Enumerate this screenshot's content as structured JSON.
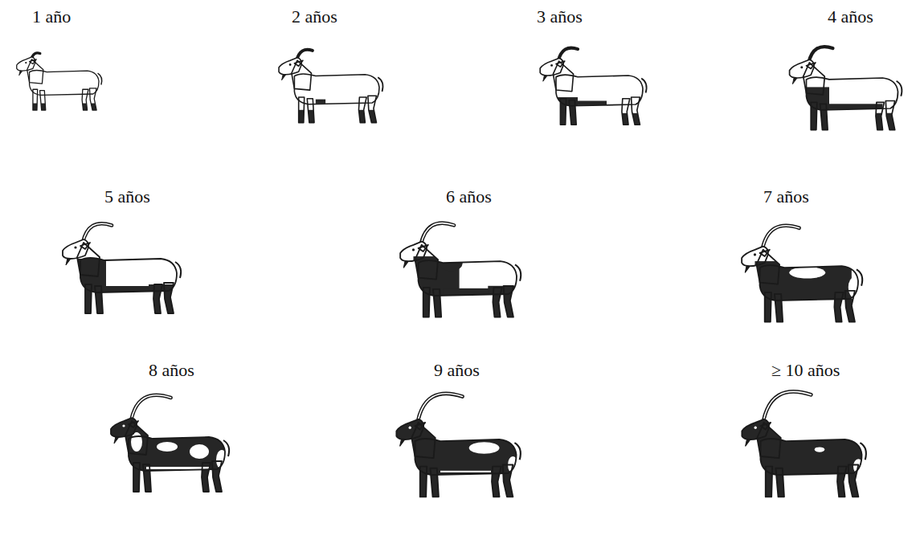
{
  "diagram": {
    "labels": [
      "1 año",
      "2 años",
      "3 años",
      "4 años",
      "5 años",
      "6 años",
      "7 años",
      "8 años",
      "9 años",
      "≥ 10 años"
    ]
  }
}
